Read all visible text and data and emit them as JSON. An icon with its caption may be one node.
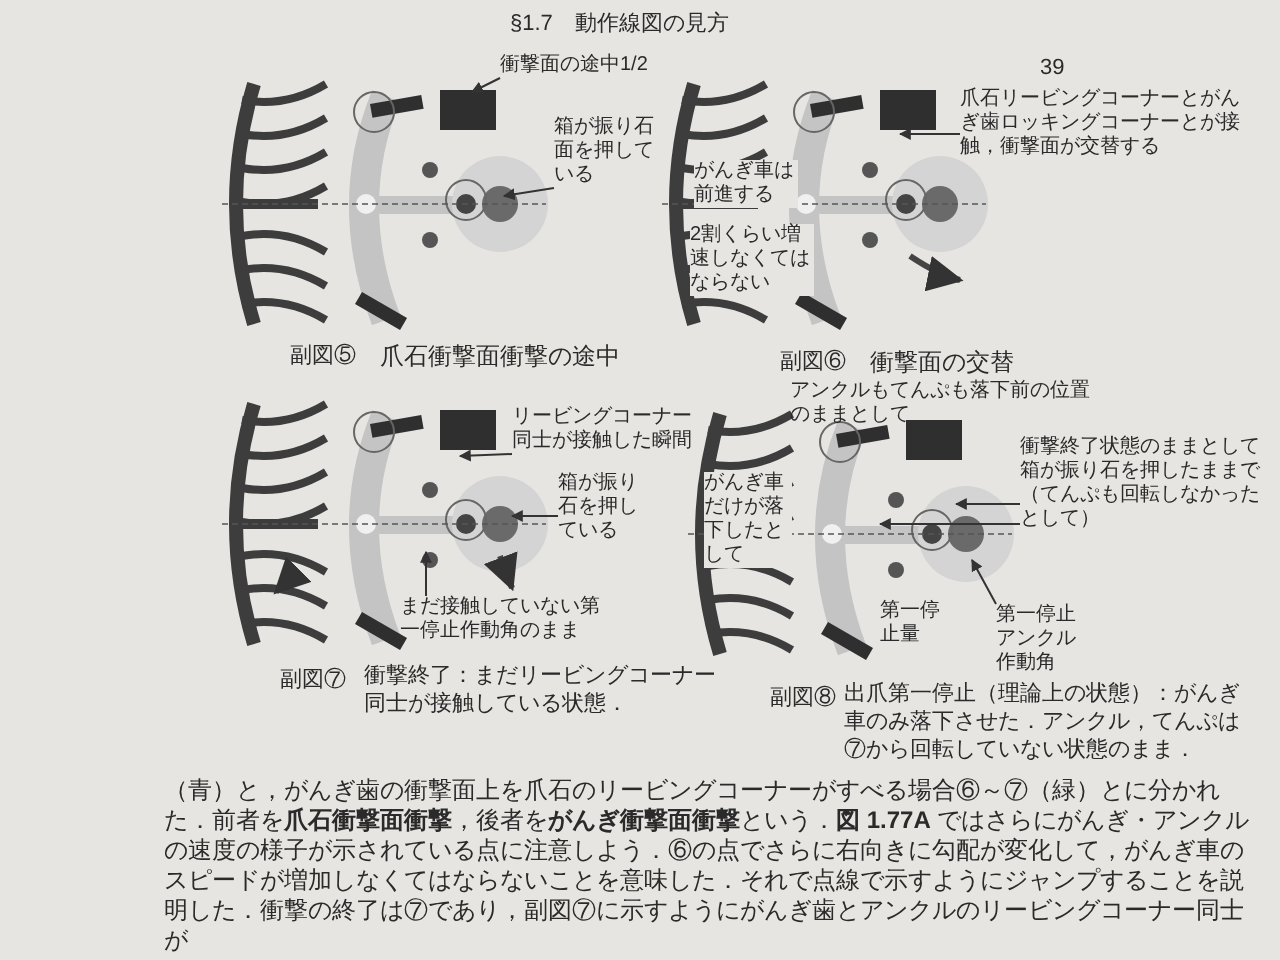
{
  "diagram": {
    "nodes": [
      {
        "text": [
          "衝撃面の途中1/2"
        ]
      },
      {
        "text": [
          "箱が振り石面を押している"
        ]
      },
      {
        "text": [
          "爪石リービングコーナーとがんぎ歯ロッキングコーナーとが接触，衝撃面が交替する"
        ]
      },
      {
        "text": [
          "がんぎ車は前進する"
        ]
      },
      {
        "text": [
          "2割くらい増速しなくてはならない"
        ]
      },
      {
        "text": [
          "リービングコーナー同士が接触した瞬間"
        ]
      },
      {
        "text": [
          "箱が振り石を押している"
        ]
      },
      {
        "text": [
          "まだ接触していない第一停止作動角のまま"
        ]
      },
      {
        "text": [
          "アンクルもてんぷも落下前の位置のままとして"
        ]
      },
      {
        "text": [
          "衝撃終了状態のままとして箱が振り石を押したままで（てんぷも回転しなかったとして）"
        ]
      },
      {
        "text": [
          "がんぎ車だけが落下したとして"
        ]
      },
      {
        "text": [
          "第一停止量"
        ]
      },
      {
        "text": [
          "第一停止アンクル作動角"
        ]
      }
    ],
    "edges": [
      {
        "from": 0,
        "to": null,
        "arrow": "to"
      },
      {
        "from": 1,
        "to": null,
        "arrow": "to"
      },
      {
        "from": 2,
        "to": null,
        "arrow": "to"
      },
      {
        "from": 5,
        "to": null,
        "arrow": "to"
      },
      {
        "from": 6,
        "to": null,
        "arrow": "to"
      },
      {
        "from": 7,
        "to": null,
        "arrow": "to"
      },
      {
        "from": 9,
        "to": null,
        "arrow": "to"
      },
      {
        "from": 9,
        "to": null,
        "arrow": "to"
      },
      {
        "from": 12,
        "to": null,
        "arrow": "to"
      }
    ],
    "labels": [
      "§1.7　動作線図の見方",
      "39",
      "副図⑤",
      "爪石衝撃面衝撃の途中",
      "副図⑥",
      "衝撃面の交替",
      "副図⑦",
      "衝撃終了：まだリービングコーナー同士が接触している状態．",
      "副図⑧",
      "出爪第一停止（理論上の状態）：がんぎ車のみ落下させた．アンクル，てんぷは⑦から回転していない状態のまま．",
      "（青）と，がんぎ歯の衝撃面上を爪石のリービングコーナーがすべる場合⑥～⑦（緑）とに分かれた．前者を**爪石衝撃面衝撃**，後者を**がんぎ衝撃面衝撃**という．**図 1.77A** ではさらにがんぎ・アンクルの速度の様子が示されている点に注意しよう．⑥の点でさらに右向きに勾配が変化して，がんぎ車のスピードが増加しなくてはならないことを意味した．それで点線で示すようにジャンプすることを説明した．衝撃の終了は⑦であり，副図⑦に示すようにがんぎ歯とアンクルのリービングコーナー同士が"
    ]
  }
}
